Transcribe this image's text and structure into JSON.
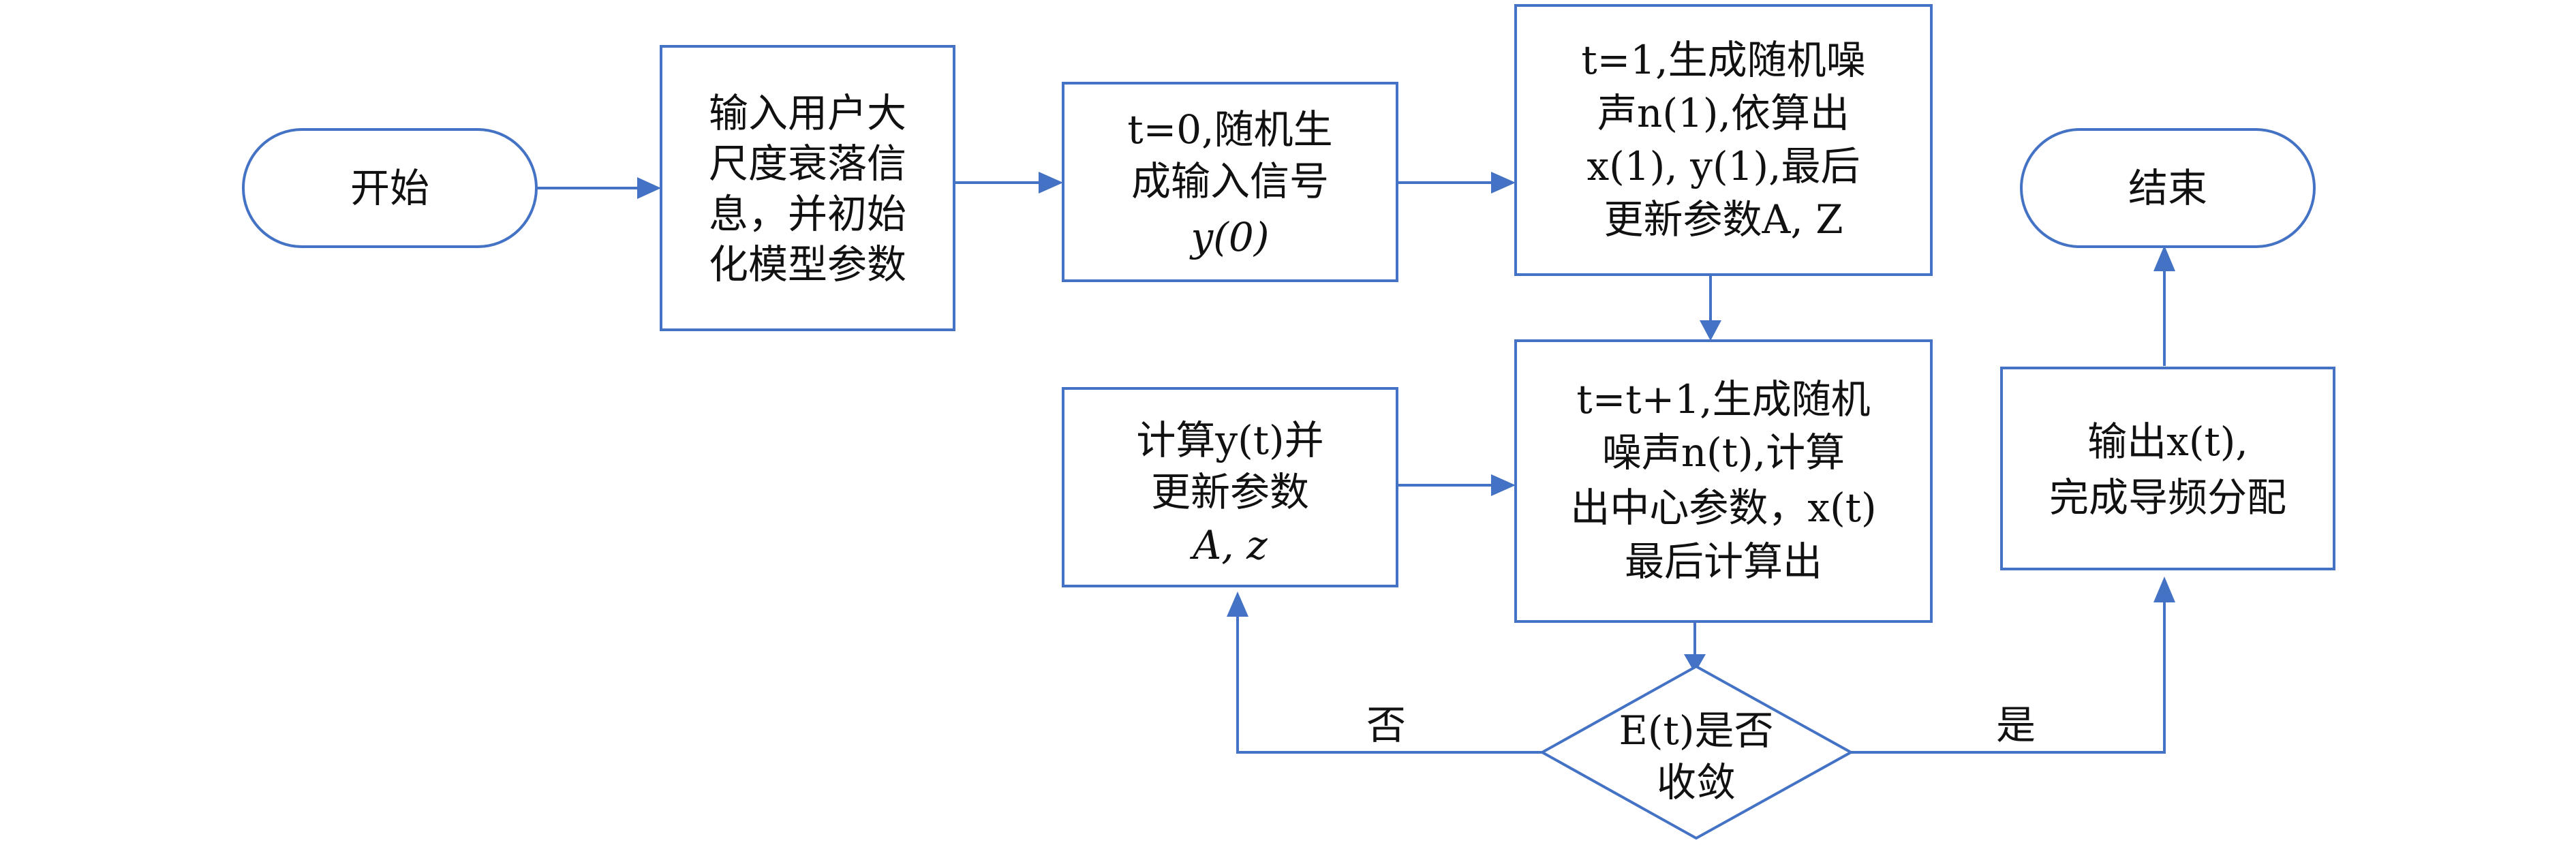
{
  "colors": {
    "stroke": "#4472c4",
    "text": "#111111",
    "background": "#ffffff"
  },
  "nodes": {
    "start": {
      "text": "开始"
    },
    "input": {
      "lines": [
        "输入用户大",
        "尺度衰落信",
        "息，并初始",
        "化模型参数"
      ]
    },
    "init": {
      "lines": [
        "t=0,随机生",
        "成输入信号",
        "y(0)"
      ]
    },
    "first": {
      "lines": [
        "t=1,生成随机噪",
        "声n(1),依算出",
        "x(1), y(1),最后",
        "更新参数A, Z"
      ]
    },
    "iterate": {
      "lines": [
        "t=t+1,生成随机",
        "噪声n(t),计算",
        "出中心参数，x(t)",
        "最后计算出"
      ]
    },
    "update": {
      "lines": [
        "计算y(t)并",
        "更新参数",
        "A, z"
      ]
    },
    "converge": {
      "lines": [
        "E(t)是否",
        "收敛"
      ]
    },
    "output": {
      "lines": [
        "输出x(t),",
        "完成导频分配"
      ]
    },
    "end": {
      "text": "结束"
    }
  },
  "edges": {
    "no_label": "否",
    "yes_label": "是"
  }
}
